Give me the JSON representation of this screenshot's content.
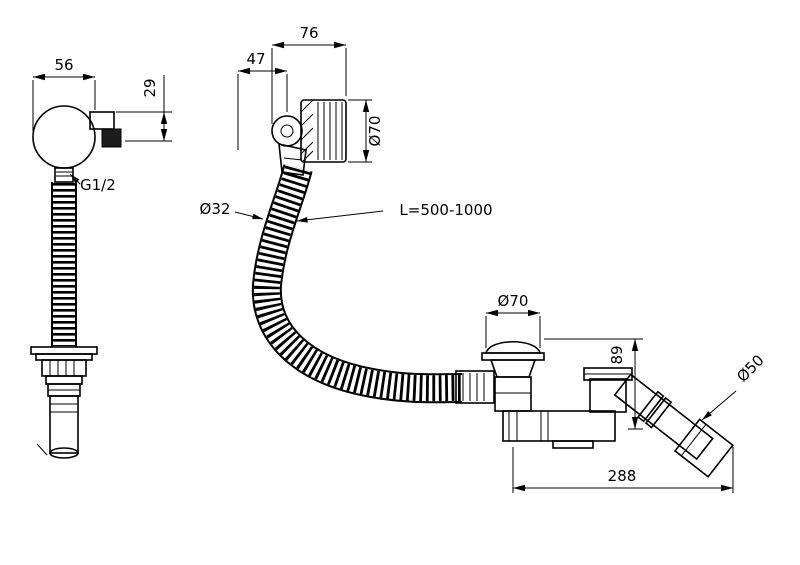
{
  "drawing": {
    "colors": {
      "line": "#000000",
      "background": "#ffffff",
      "spout_fill": "#1c1c1c"
    },
    "labels": {
      "dim_head_width": "56",
      "dim_elbow_drop": "29",
      "thread_size": "G1/2",
      "dim_overflow_width": "76",
      "dim_overflow_offset": "47",
      "dim_overflow_diameter": "Ø70",
      "dim_hose_diameter": "Ø32",
      "dim_hose_length": "L=500-1000",
      "dim_waste_diameter": "Ø70",
      "dim_elbow_height": "89",
      "dim_outlet_diameter": "Ø50",
      "dim_overall_length": "288"
    }
  }
}
